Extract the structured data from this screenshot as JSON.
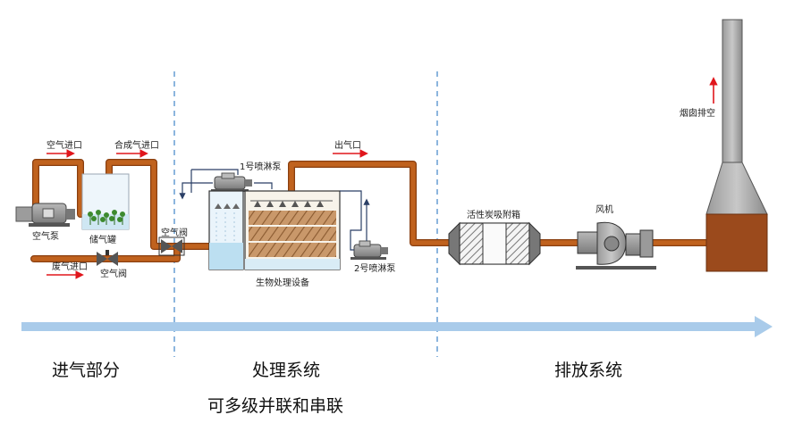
{
  "labels": {
    "air_inlet": "空气进口",
    "synth_inlet": "合成气进口",
    "air_pump": "空气泵",
    "storage_tank": "储气罐",
    "air_valve_top": "空气阀",
    "waste_inlet": "废气进口",
    "air_valve_bottom": "空气阀",
    "spray_pump_1": "1号喷淋泵",
    "spray_pump_2": "2号喷淋泵",
    "bio_equipment": "生物处理设备",
    "outlet": "出气口",
    "carbon_box": "活性炭吸附箱",
    "fan": "风机",
    "chimney": "烟囱排空"
  },
  "sections": {
    "intake": "进气部分",
    "treatment": "处理系统",
    "treatment_note": "可多级并联和串联",
    "exhaust": "排放系统"
  },
  "colors": {
    "pipe": "#c0621e",
    "pipe_edge": "#8a3f10",
    "arrow_red": "#e0161c",
    "flow_bar": "#a9cbea",
    "divider": "#6fa3d6",
    "chimney_base": "#9b4a1c",
    "steel": "#8c8c8c"
  }
}
